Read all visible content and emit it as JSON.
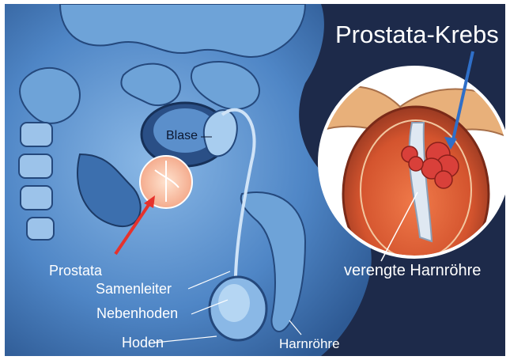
{
  "title": "Prostata-Krebs",
  "labels": {
    "blase": "Blase",
    "prostata": "Prostata",
    "samenleiter": "Samenleiter",
    "nebenhoden": "Nebenhoden",
    "hoden": "Hoden",
    "harnrohre": "Harnröhre",
    "verengte_harnrohre": "verengte Harnröhre"
  },
  "colors": {
    "background": "#1d2a4a",
    "body_blue": "#4f86c6",
    "text": "#ffffff",
    "pointer_red": "#e6322c",
    "pointer_blue": "#2f6fc8",
    "tumor": "#d9403a"
  }
}
